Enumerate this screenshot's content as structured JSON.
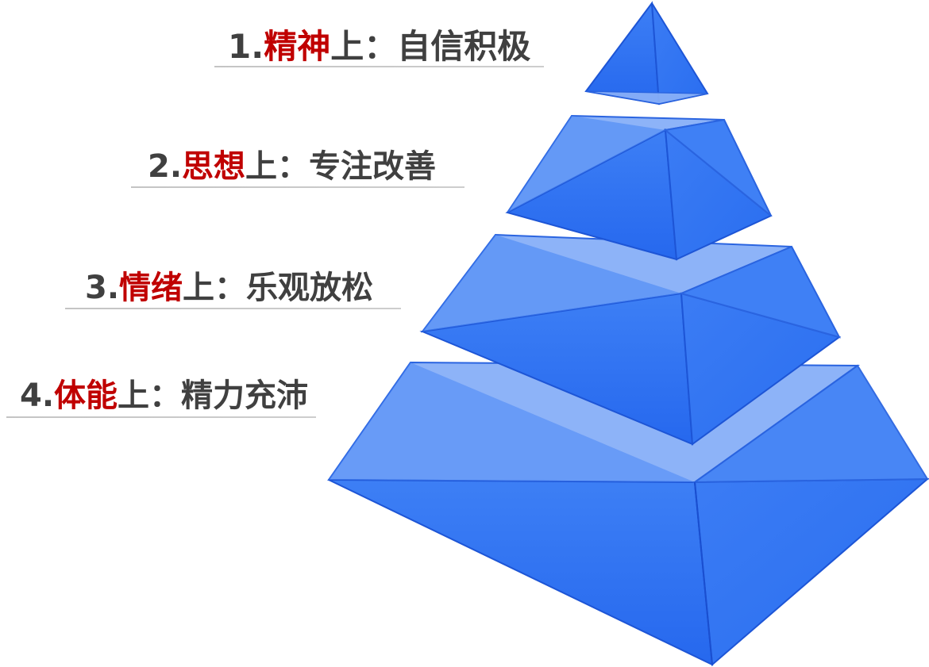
{
  "levels": [
    {
      "num": "1.",
      "keyword": "精神",
      "rest": "上：自信积极"
    },
    {
      "num": "2.",
      "keyword": "思想",
      "rest": "上：专注改善"
    },
    {
      "num": "3.",
      "keyword": "情绪",
      "rest": "上：乐观放松"
    },
    {
      "num": "4.",
      "keyword": "体能",
      "rest": "上：精力充沛"
    }
  ],
  "colors": {
    "keyword": "#c00000",
    "text": "#404040",
    "pyramid_face": "#2a6ef0",
    "pyramid_light": "#8fb4f8",
    "pyramid_dark": "#1e5fe0"
  }
}
